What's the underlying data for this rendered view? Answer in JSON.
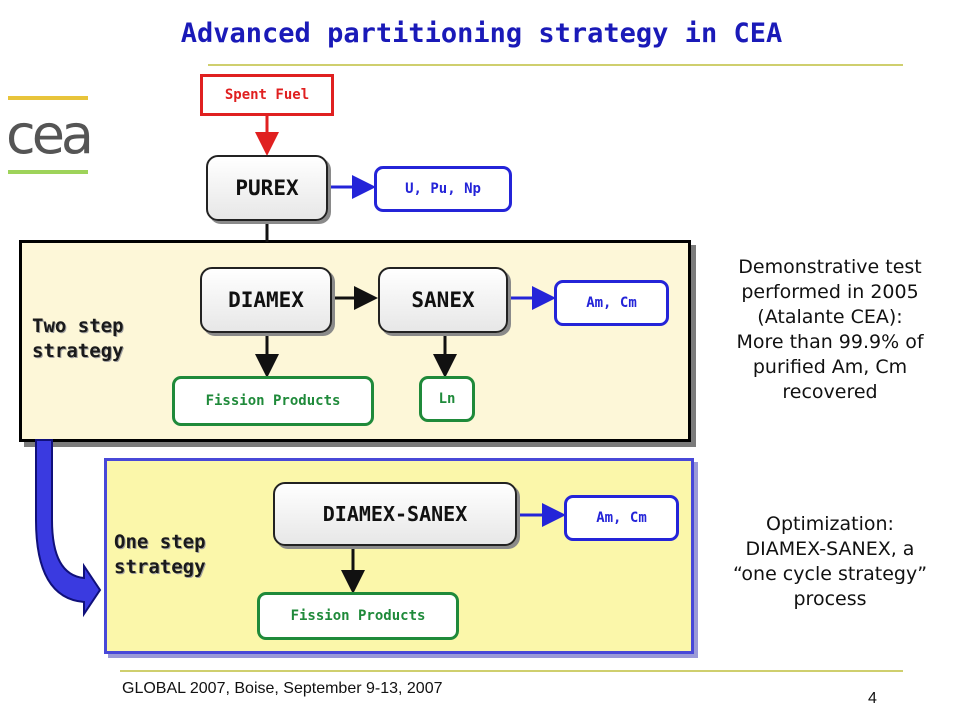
{
  "title": "Advanced partitioning strategy in CEA",
  "logo": {
    "text": "cea"
  },
  "nodes": {
    "spent_fuel": "Spent Fuel",
    "purex": "PUREX",
    "u_pu_np": "U, Pu, Np",
    "diamex": "DIAMEX",
    "sanex": "SANEX",
    "am_cm_1": "Am, Cm",
    "fission_1": "Fission Products",
    "ln": "Ln",
    "diamex_sanex": "DIAMEX-SANEX",
    "am_cm_2": "Am, Cm",
    "fission_2": "Fission Products"
  },
  "labels": {
    "two_step_line1": "Two step",
    "two_step_line2": "strategy",
    "one_step_line1": "One step",
    "one_step_line2": "strategy"
  },
  "notes": {
    "demo": [
      "Demonstrative test",
      "performed in 2005",
      "(Atalante CEA):",
      "More than 99.9% of",
      "purified Am, Cm",
      "recovered"
    ],
    "opt": [
      "Optimization:",
      "DIAMEX-SANEX, a",
      "“one cycle strategy”",
      "process"
    ]
  },
  "footer": {
    "conference": "GLOBAL 2007, Boise, September 9-13, 2007",
    "page": "4"
  },
  "colors": {
    "title": "#1a1ab8",
    "blue": "#2424d8",
    "green": "#1f8a3a",
    "red": "#e02020",
    "rule": "#cfcf6e"
  }
}
